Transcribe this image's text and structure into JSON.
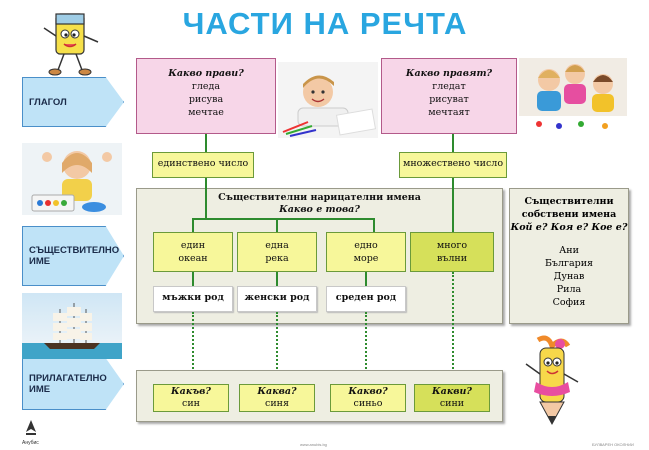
{
  "title": "ЧАСТИ НА РЕЧТА",
  "categories": {
    "verb": "ГЛАГОЛ",
    "noun": "СЪЩЕСТВИТЕЛНО ИМЕ",
    "adjective": "ПРИЛАГАТЕЛНО ИМЕ"
  },
  "verb_singular": {
    "question": "Какво прави?",
    "words": [
      "гледа",
      "рисува",
      "мечтае"
    ]
  },
  "verb_plural": {
    "question": "Какво правят?",
    "words": [
      "гледат",
      "рисуват",
      "мечтаят"
    ]
  },
  "number_labels": {
    "singular": "единствено число",
    "plural": "множествено число"
  },
  "common_nouns": {
    "heading": "Съществителни нарицателни имена",
    "question": "Какво е това?",
    "items": [
      {
        "article": "един",
        "word": "океан",
        "gender": "мъжки род",
        "adj_question": "Какъв?",
        "adj": "син"
      },
      {
        "article": "една",
        "word": "река",
        "gender": "женски род",
        "adj_question": "Каква?",
        "adj": "синя"
      },
      {
        "article": "едно",
        "word": "море",
        "gender": "среден род",
        "adj_question": "Какво?",
        "adj": "синьо"
      },
      {
        "article": "много",
        "word": "вълни",
        "gender": "",
        "adj_question": "Какви?",
        "adj": "сини"
      }
    ]
  },
  "proper_nouns": {
    "heading": "Съществителни собствени имена",
    "question": "Кой е? Коя е? Кое е?",
    "items": [
      "Ани",
      "България",
      "Дунав",
      "Рила",
      "София"
    ]
  },
  "footer": {
    "publisher": "Анубис",
    "center": "www.anubis.bg",
    "right": "БУЛВАРЕН ОКОЛНИИ"
  },
  "colors": {
    "title": "#29a6e0",
    "arrow_fill": "#bfe3f7",
    "pink": "#f7d6e8",
    "yellow": "#f7f79a",
    "green_line": "#2e8b2e"
  }
}
